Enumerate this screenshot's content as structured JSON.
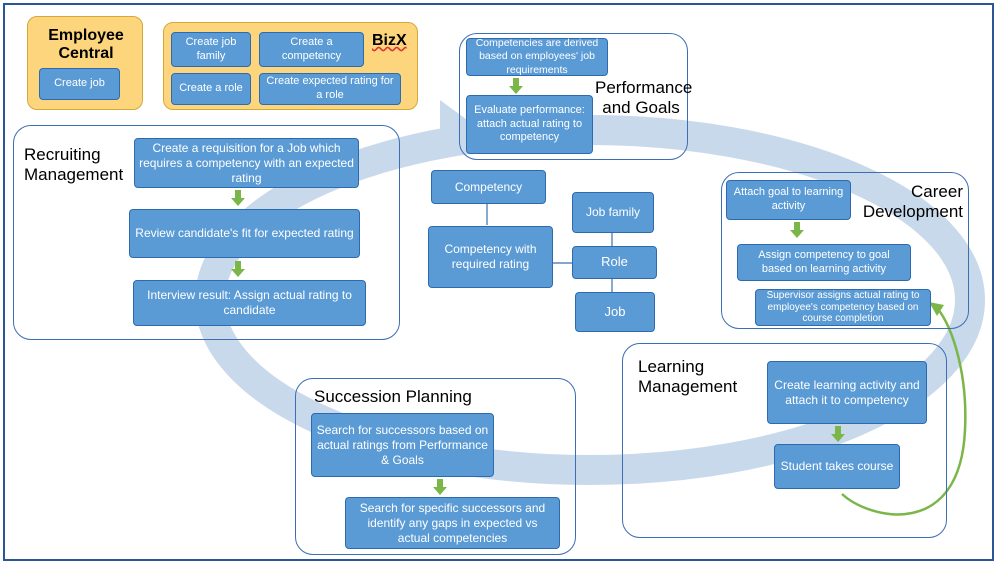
{
  "employee_central": {
    "title": "Employee Central",
    "create_job": "Create job"
  },
  "bizx": {
    "title": "BizX",
    "create_job_family": "Create job family",
    "create_competency": "Create a competency",
    "create_role": "Create a role",
    "create_expected_rating": "Create expected rating for a role"
  },
  "performance": {
    "title": "Performance and Goals",
    "derived": "Competencies are derived based on employees' job requirements",
    "evaluate": "Evaluate performance: attach actual rating to competency"
  },
  "recruiting": {
    "title": "Recruiting Management",
    "step1": "Create a requisition for a Job which requires a competency with an expected rating",
    "step2": "Review candidate's fit for expected rating",
    "step3": "Interview result: Assign actual rating to candidate"
  },
  "model": {
    "competency": "Competency",
    "competency_required": "Competency with required rating",
    "job_family": "Job family",
    "role": "Role",
    "job": "Job"
  },
  "career": {
    "title": "Career Development",
    "step1": "Attach goal to learning activity",
    "step2": "Assign competency to goal based on learning activity",
    "step3": "Supervisor assigns actual rating to employee's competency based on course completion"
  },
  "learning": {
    "title": "Learning Management",
    "step1": "Create learning activity and attach it to competency",
    "step2": "Student takes course"
  },
  "succession": {
    "title": "Succession Planning",
    "step1": "Search for successors based on actual ratings from Performance & Goals",
    "step2": "Search for specific successors and identify any gaps in expected vs actual competencies"
  },
  "colors": {
    "box_fill": "#5b9bd5",
    "box_border": "#2e6ab0",
    "yellow": "#fdd57d",
    "cycle": "#c9d9ec",
    "arrow_green": "#7ab648"
  }
}
